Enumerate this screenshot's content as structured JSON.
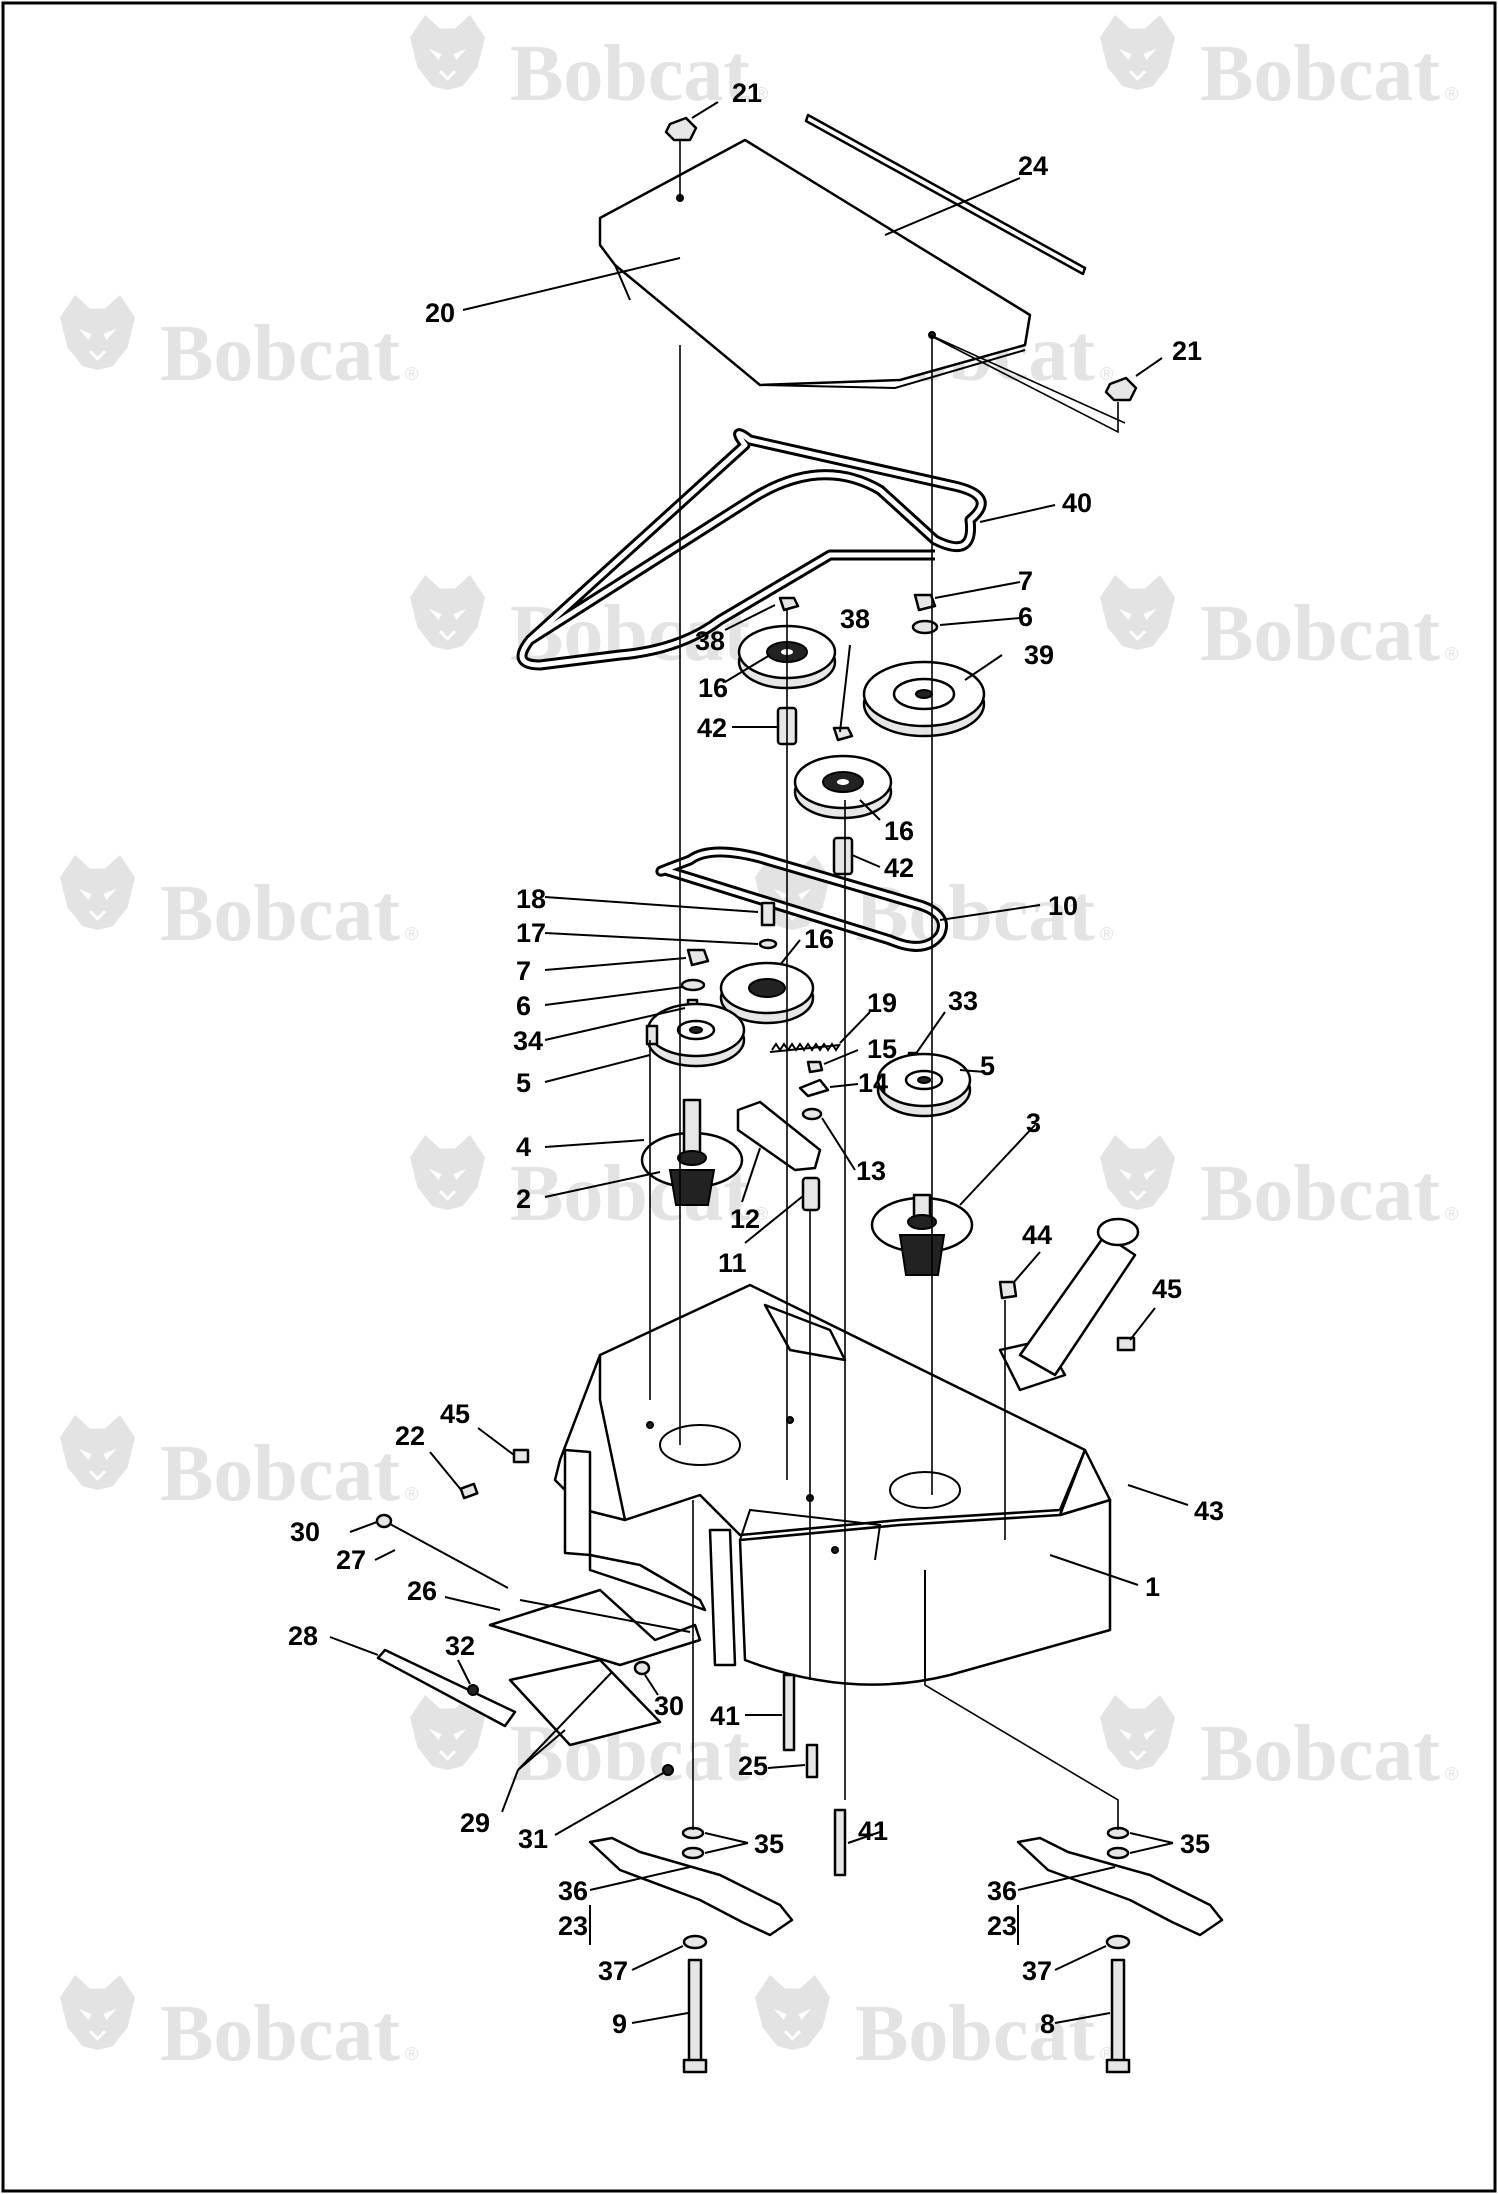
{
  "watermark": {
    "brand": "Bobcat",
    "registered": "®"
  },
  "callouts": [
    "21",
    "24",
    "20",
    "21",
    "40",
    "7",
    "6",
    "38",
    "38",
    "16",
    "39",
    "42",
    "16",
    "42",
    "10",
    "18",
    "17",
    "16",
    "7",
    "6",
    "34",
    "5",
    "19",
    "15",
    "14",
    "33",
    "5",
    "4",
    "3",
    "2",
    "13",
    "12",
    "11",
    "44",
    "45",
    "22",
    "45",
    "43",
    "30",
    "27",
    "1",
    "26",
    "28",
    "32",
    "30",
    "41",
    "25",
    "29",
    "31",
    "41",
    "35",
    "35",
    "36",
    "23",
    "36",
    "23",
    "37",
    "37",
    "9",
    "8"
  ]
}
